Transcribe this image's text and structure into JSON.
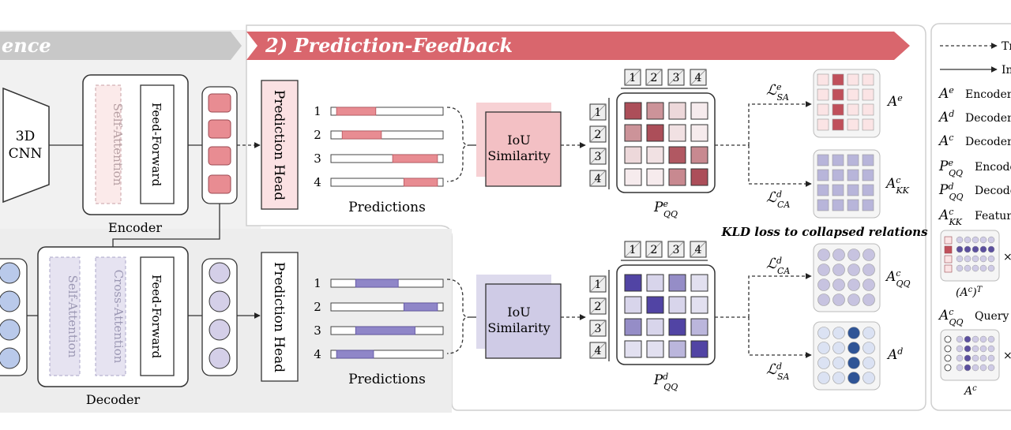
{
  "banner_left": "ence",
  "banner_right": "2) Prediction-Feedback",
  "blocks": {
    "cnn": [
      "3D",
      "CNN"
    ],
    "self_attention": "Self-Attention",
    "cross_attention": "Cross-Attention",
    "feed_forward": "Feed-Forward",
    "prediction_head": "Prediction Head",
    "iou_similarity": [
      "IoU",
      "Similarity"
    ]
  },
  "labels": {
    "encoder": "Encoder",
    "decoder": "Decoder",
    "predictions": "Predictions",
    "kld_caption": "KLD loss to collapsed relations"
  },
  "row_numbers": [
    "1",
    "2",
    "3",
    "4"
  ],
  "col_numbers": [
    "1",
    "2",
    "3",
    "4"
  ],
  "matrix_labels": {
    "top": "P^e_QQ",
    "bottom": "P^d_QQ"
  },
  "loss_labels": {
    "top_sa": "L^e_SA",
    "top_ca": "L^d_CA",
    "bottom_ca": "L^d_CA",
    "bottom_sa": "L^d_SA"
  },
  "attn_labels": {
    "ae": "A^e",
    "akk": "A^c_KK",
    "aqq": "A^c_QQ",
    "ad": "A^d"
  },
  "legend": {
    "dashed_arrow": "Tr",
    "solid_arrow": "In",
    "items": [
      {
        "sym": "A^e",
        "text": "Encoder"
      },
      {
        "sym": "A^d",
        "text": "Decoder"
      },
      {
        "sym": "A^c",
        "text": "Decoder"
      },
      {
        "sym": "P^e_QQ",
        "text": "Encode"
      },
      {
        "sym": "P^d_QQ",
        "text": "Decode"
      },
      {
        "sym": "A^c_KK",
        "text": "Feature"
      }
    ],
    "transpose_label": "(A^c)^T",
    "aqq_text": "Query",
    "ac_label": "A^c"
  },
  "colors": {
    "encoder_accent": "#e88c92",
    "encoder_dark": "#b5535c",
    "decoder_accent": "#8f86c8",
    "decoder_dark": "#5b4f9e",
    "banner_red": "#d9666d",
    "banner_gray": "#c8c8c8",
    "circle_blue": "#b9c9ea",
    "circle_purple": "#d4cfe8"
  },
  "encoder_prediction_bars": [
    [
      0.05,
      0.4
    ],
    [
      0.1,
      0.45
    ],
    [
      0.55,
      0.95
    ],
    [
      0.65,
      0.95
    ]
  ],
  "decoder_prediction_bars": [
    [
      0.22,
      0.6
    ],
    [
      0.65,
      0.95
    ],
    [
      0.22,
      0.75
    ],
    [
      0.05,
      0.38
    ]
  ],
  "encoder_similarity_matrix": [
    [
      0.9,
      0.55,
      0.2,
      0.1
    ],
    [
      0.55,
      0.9,
      0.15,
      0.1
    ],
    [
      0.2,
      0.15,
      0.85,
      0.6
    ],
    [
      0.1,
      0.1,
      0.6,
      0.9
    ]
  ],
  "decoder_similarity_matrix": [
    [
      0.9,
      0.2,
      0.55,
      0.15
    ],
    [
      0.2,
      0.9,
      0.2,
      0.15
    ],
    [
      0.55,
      0.2,
      0.9,
      0.35
    ],
    [
      0.15,
      0.15,
      0.35,
      0.9
    ]
  ]
}
